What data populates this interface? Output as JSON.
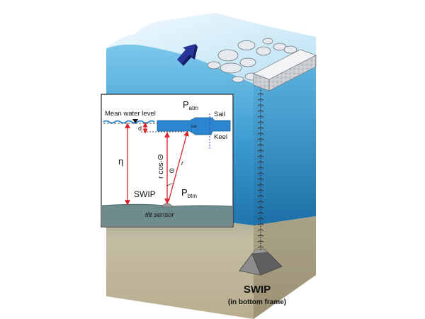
{
  "diagram": {
    "inset": {
      "mean_water_level": "Mean water level",
      "p_atm": {
        "base": "P",
        "sub": "atm"
      },
      "p_btm": {
        "base": "P",
        "sub": "btm"
      },
      "sail": "Sail",
      "keel": "Keel",
      "ice": "ice",
      "d": "d",
      "eta": "η",
      "r_cos_theta": "r cos·Θ",
      "theta": "Θ",
      "r_inner": "r",
      "swip": "SWIP",
      "tilt_sensor": "tilt sensor"
    },
    "main": {
      "r_label": "r",
      "swip_title": "SWIP",
      "swip_subtitle": "(in bottom frame)"
    },
    "colors": {
      "water_top": "#6ec0e8",
      "water_bottom": "#1f7fb8",
      "sediment": "#bdb59c",
      "arrow_red": "#d9262e",
      "ice_blue": "#2b86cf",
      "drift_arrow": "#27349a"
    },
    "icons": [
      "drift-arrow-icon",
      "water-level-triangle-icon",
      "swip-instrument-icon"
    ]
  }
}
